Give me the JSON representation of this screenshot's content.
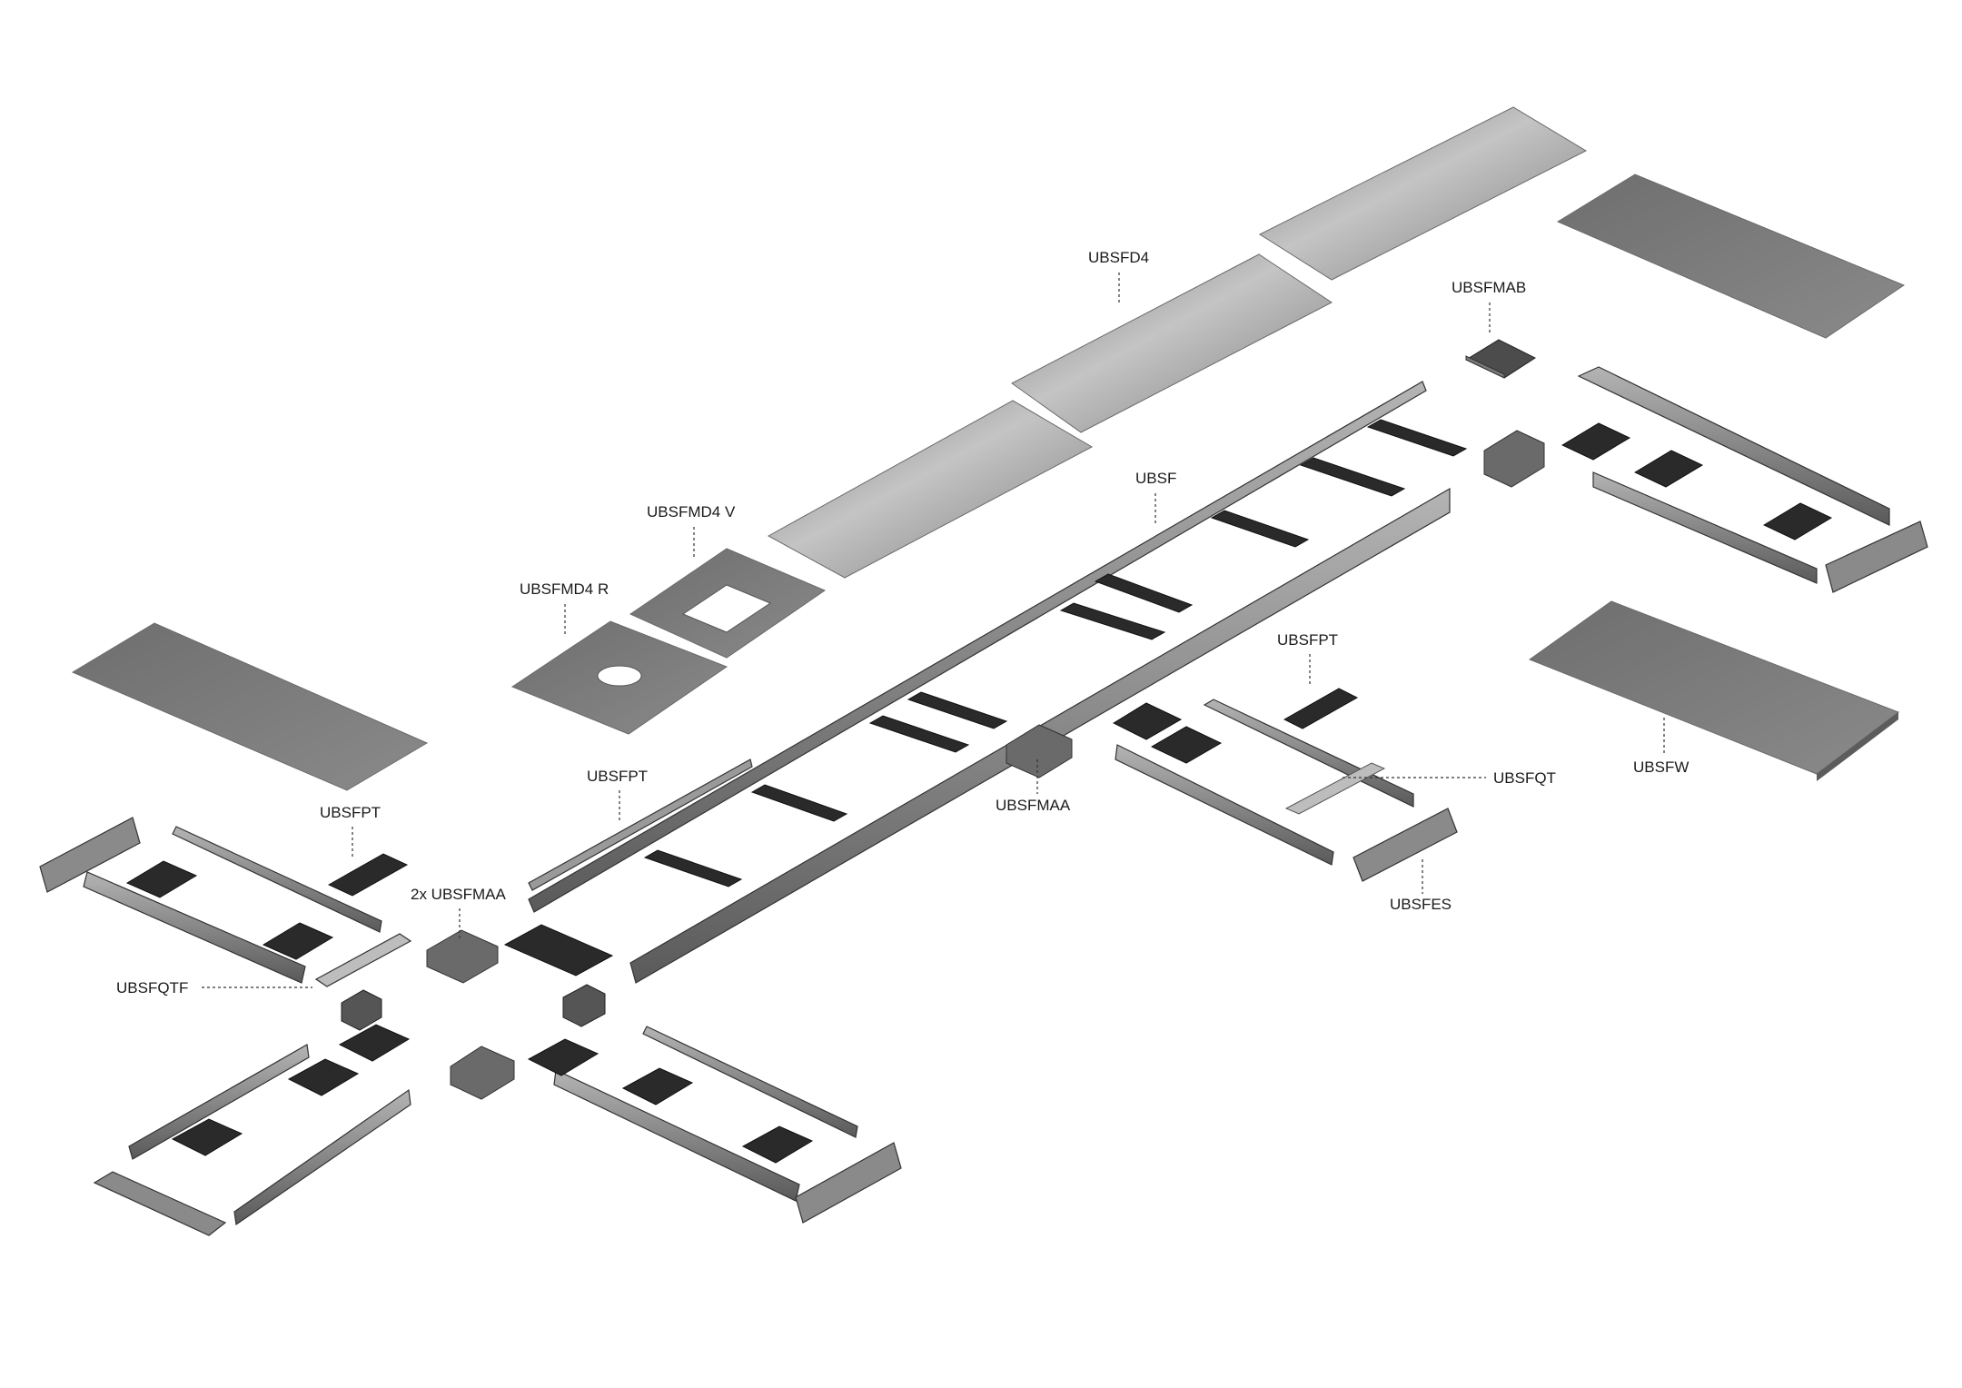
{
  "labels": {
    "ubsfd4": "UBSFD4",
    "ubsfmab": "UBSFMAB",
    "ubsfmd4v": "UBSFMD4 V",
    "ubsf": "UBSF",
    "ubsfmd4r": "UBSFMD4 R",
    "ubsfpt_right": "UBSFPT",
    "ubsfqt": "UBSFQT",
    "ubsfw": "UBSFW",
    "ubsfpt_mid": "UBSFPT",
    "ubsfmaa": "UBSFMAA",
    "ubsfpt_left": "UBSFPT",
    "ubsfes": "UBSFES",
    "ubsfmaa_2x": "2x UBSFMAA",
    "ubsfqtf": "UBSFQTF"
  },
  "colors": {
    "plate_light": "#b9b9b9",
    "plate_mid": "#8d8d8d",
    "plate_dark": "#6f6f6f",
    "rail": "#9a9a9a",
    "rail_dark": "#5e5e5e",
    "crossbar": "#2a2a2a",
    "leader": "#333333",
    "text": "#1a1a1a"
  }
}
